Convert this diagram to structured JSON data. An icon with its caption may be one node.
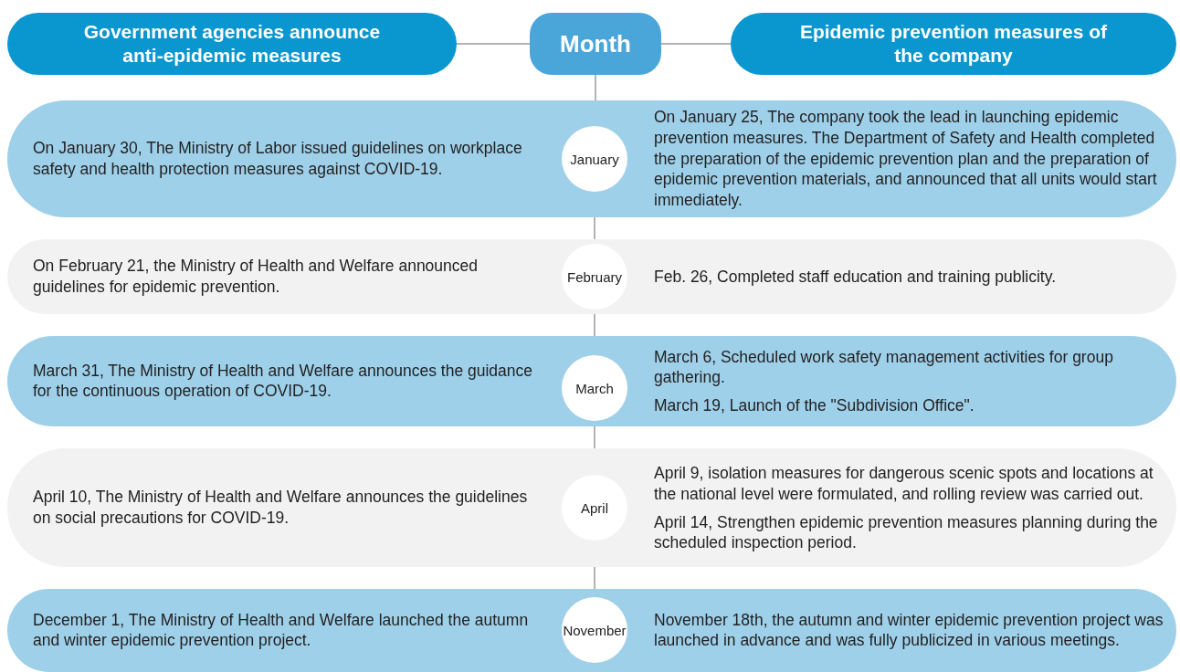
{
  "diagram": {
    "nodes": [
      {
        "text": [
          "Government agencies announce anti-epidemic measures"
        ]
      },
      {
        "text": [
          "Month"
        ]
      },
      {
        "text": [
          "Epidemic prevention measures of the company"
        ]
      },
      {
        "text": [
          "On January 30, The Ministry of Labor issued guidelines on workplace safety and health protection measures against COVID-19.",
          "On January 25, The company took the lead in launching epidemic prevention measures. The Department of Safety and Health completed the preparation of the epidemic prevention plan and the preparation of epidemic prevention materials, and announced that all units would start immediately."
        ]
      },
      {
        "text": [
          "January"
        ],
        "in": 3
      },
      {
        "text": [
          "On February 21, the Ministry of Health and Welfare announced guidelines for epidemic prevention.",
          "Feb. 26, Completed staff education and training publicity."
        ]
      },
      {
        "text": [
          "February"
        ],
        "in": 5
      },
      {
        "text": [
          "March 31, The Ministry of Health and Welfare announces the guidance for the continuous operation of COVID-19.",
          "March 6, Scheduled work safety management activities for group gathering.",
          "March 19, Launch of the \"Subdivision Office\"."
        ]
      },
      {
        "text": [
          "March"
        ],
        "in": 7
      },
      {
        "text": [
          "April 10, The Ministry of Health and Welfare announces the guidelines on social precautions for COVID-19.",
          "April 9, isolation measures for dangerous scenic spots and locations at the national level were formulated, and rolling review was carried out.",
          "April 14, Strengthen epidemic prevention measures planning during the scheduled inspection period."
        ]
      },
      {
        "text": [
          "April"
        ],
        "in": 9
      },
      {
        "text": [
          "December 1, The Ministry of Health and Welfare launched the autumn and winter epidemic prevention project.",
          "November 18th, the autumn and winter epidemic prevention project was launched in advance and was fully publicized in various meetings."
        ]
      },
      {
        "text": [
          "November"
        ],
        "in": 11
      }
    ],
    "edges": [
      {
        "from": 0,
        "to": 1,
        "arrow": "none"
      },
      {
        "from": 1,
        "to": 2,
        "arrow": "none"
      },
      {
        "from": 1,
        "to": 4,
        "arrow": "none"
      },
      {
        "from": 4,
        "to": 6,
        "arrow": "none"
      },
      {
        "from": 6,
        "to": 8,
        "arrow": "none"
      },
      {
        "from": 8,
        "to": 10,
        "arrow": "none"
      },
      {
        "from": 10,
        "to": 12,
        "arrow": "none"
      }
    ]
  }
}
